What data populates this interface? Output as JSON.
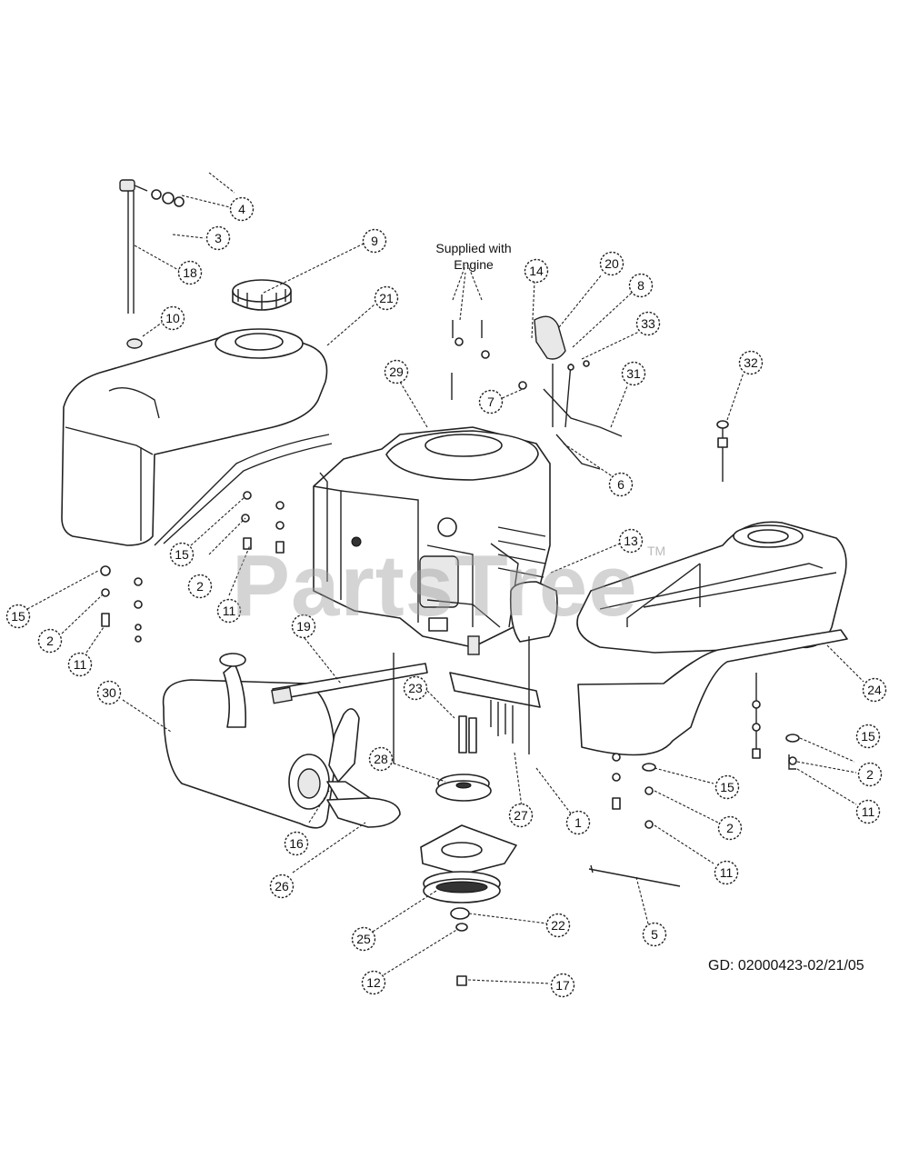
{
  "diagram": {
    "supplied_note": "Supplied with Engine",
    "watermark": "PartsTree",
    "watermark_tm": "TM",
    "diagram_code": "GD: 02000423-02/21/05",
    "callouts": [
      "4",
      "3",
      "18",
      "9",
      "10",
      "21",
      "14",
      "20",
      "8",
      "33",
      "29",
      "7",
      "31",
      "32",
      "6",
      "15",
      "2",
      "11",
      "15",
      "2",
      "11",
      "13",
      "19",
      "30",
      "23",
      "28",
      "27",
      "1",
      "16",
      "26",
      "25",
      "22",
      "12",
      "17",
      "5",
      "24",
      "15",
      "2",
      "11",
      "15",
      "2",
      "11"
    ]
  }
}
